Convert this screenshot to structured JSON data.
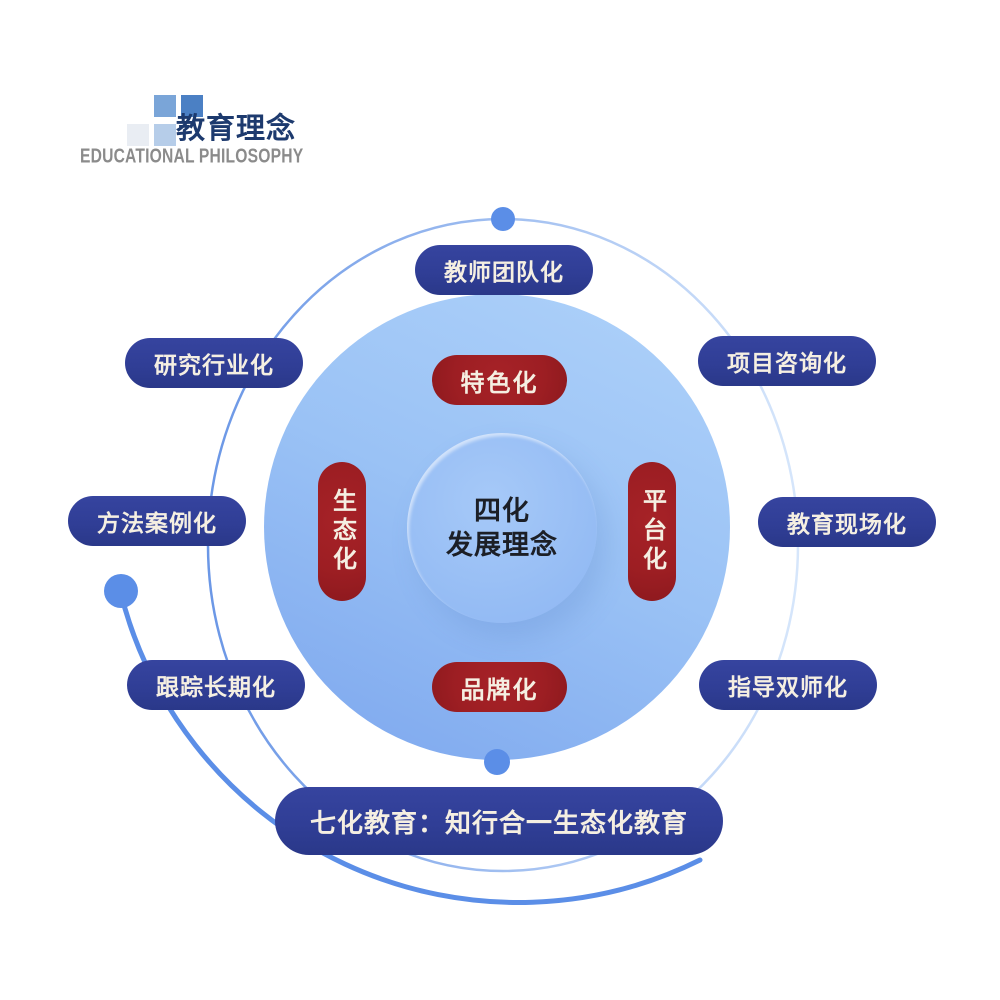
{
  "logo": {
    "title": "教育理念",
    "subtitle": "EDUCATIONAL PHILOSOPHY",
    "square_colors": [
      "#7AA5D8",
      "#4B80C4",
      "#E9EDF3",
      "#B6CDE9"
    ]
  },
  "center_circle": {
    "line1": "四化",
    "line2": "发展理念"
  },
  "inner_pills": {
    "top": "特色化",
    "left": "生态化",
    "right": "平台化",
    "bottom": "品牌化"
  },
  "outer_pills": {
    "top": "教师团队化",
    "upper_left": "研究行业化",
    "upper_right": "项目咨询化",
    "left": "方法案例化",
    "right": "教育现场化",
    "lower_left": "跟踪长期化",
    "lower_right": "指导双师化"
  },
  "banner": {
    "text": "七化教育：知行合一生态化教育"
  },
  "colors": {
    "navy_pill": "#303E96",
    "red_pill": "#9D1E23",
    "pill_text": "#F5EFE2",
    "circle_top": "#AFD2FA",
    "circle_bottom": "#7CA6EE",
    "ring_start": "#6B97E6",
    "ring_end": "#D6E6FB",
    "arc_and_dots": "#5B8EE7"
  }
}
